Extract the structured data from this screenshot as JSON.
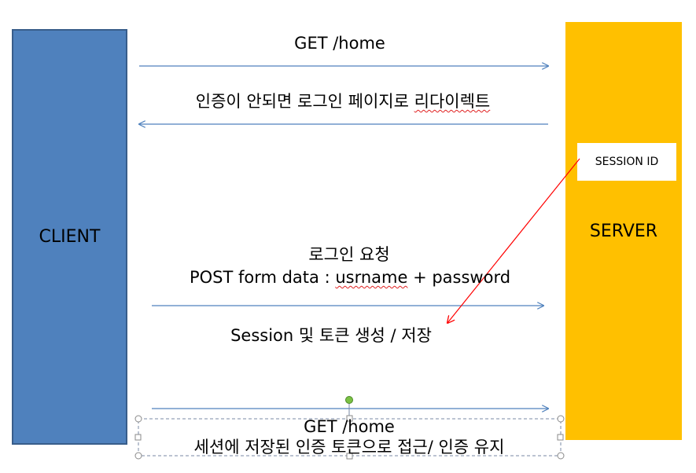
{
  "participants": {
    "client": "CLIENT",
    "server": "SERVER",
    "session_id": "SESSION ID"
  },
  "messages": {
    "get_home": "GET /home",
    "redirect_prefix": "인증이 안되면 로그인 페이지로 ",
    "redirect_suffix": "리다이렉트",
    "login_request": "로그인 요청",
    "post_prefix": "POST form data : ",
    "post_username": "usrname",
    "post_suffix": " + password",
    "session_create": "Session 및 토큰 생성 / 저장",
    "get_home_2": "GET /home",
    "session_access": "세션에 저장된 인증 토큰으로 접근/ 인증 유지"
  },
  "colors": {
    "client_fill": "#4f81bd",
    "server_fill": "#ffc000",
    "arrow": "#4f81bd",
    "session_arrow": "#ff0000"
  }
}
